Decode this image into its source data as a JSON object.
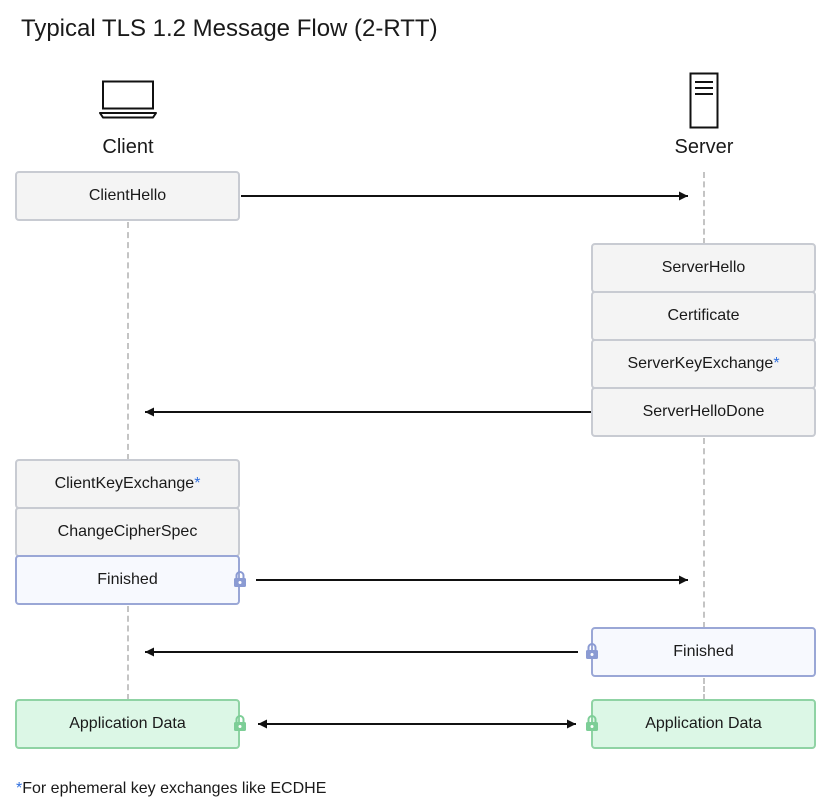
{
  "title": "Typical TLS 1.2 Message Flow (2-RTT)",
  "parties": {
    "client": {
      "label": "Client",
      "icon": "laptop-icon"
    },
    "server": {
      "label": "Server",
      "icon": "server-icon"
    }
  },
  "messages": {
    "client_hello": "ClientHello",
    "server_hello": "ServerHello",
    "certificate": "Certificate",
    "server_key_exchange": "ServerKeyExchange",
    "server_hello_done": "ServerHelloDone",
    "client_key_exchange": "ClientKeyExchange",
    "change_cipher_spec": "ChangeCipherSpec",
    "client_finished": "Finished",
    "server_finished": "Finished",
    "client_app_data": "Application Data",
    "server_app_data": "Application Data"
  },
  "asterisk": "*",
  "footnote": {
    "marker": "*",
    "text": "For ephemeral key exchanges like ECDHE"
  },
  "colors": {
    "asterisk": "#2f6fde",
    "encrypted_lock": "#8b9bd3",
    "app_lock": "#7dce97",
    "app_fill": "#dcf7e6",
    "encrypted_fill": "#f7f9fe"
  },
  "icons": {
    "encrypted": "lock-icon",
    "arrow": "arrowhead"
  }
}
